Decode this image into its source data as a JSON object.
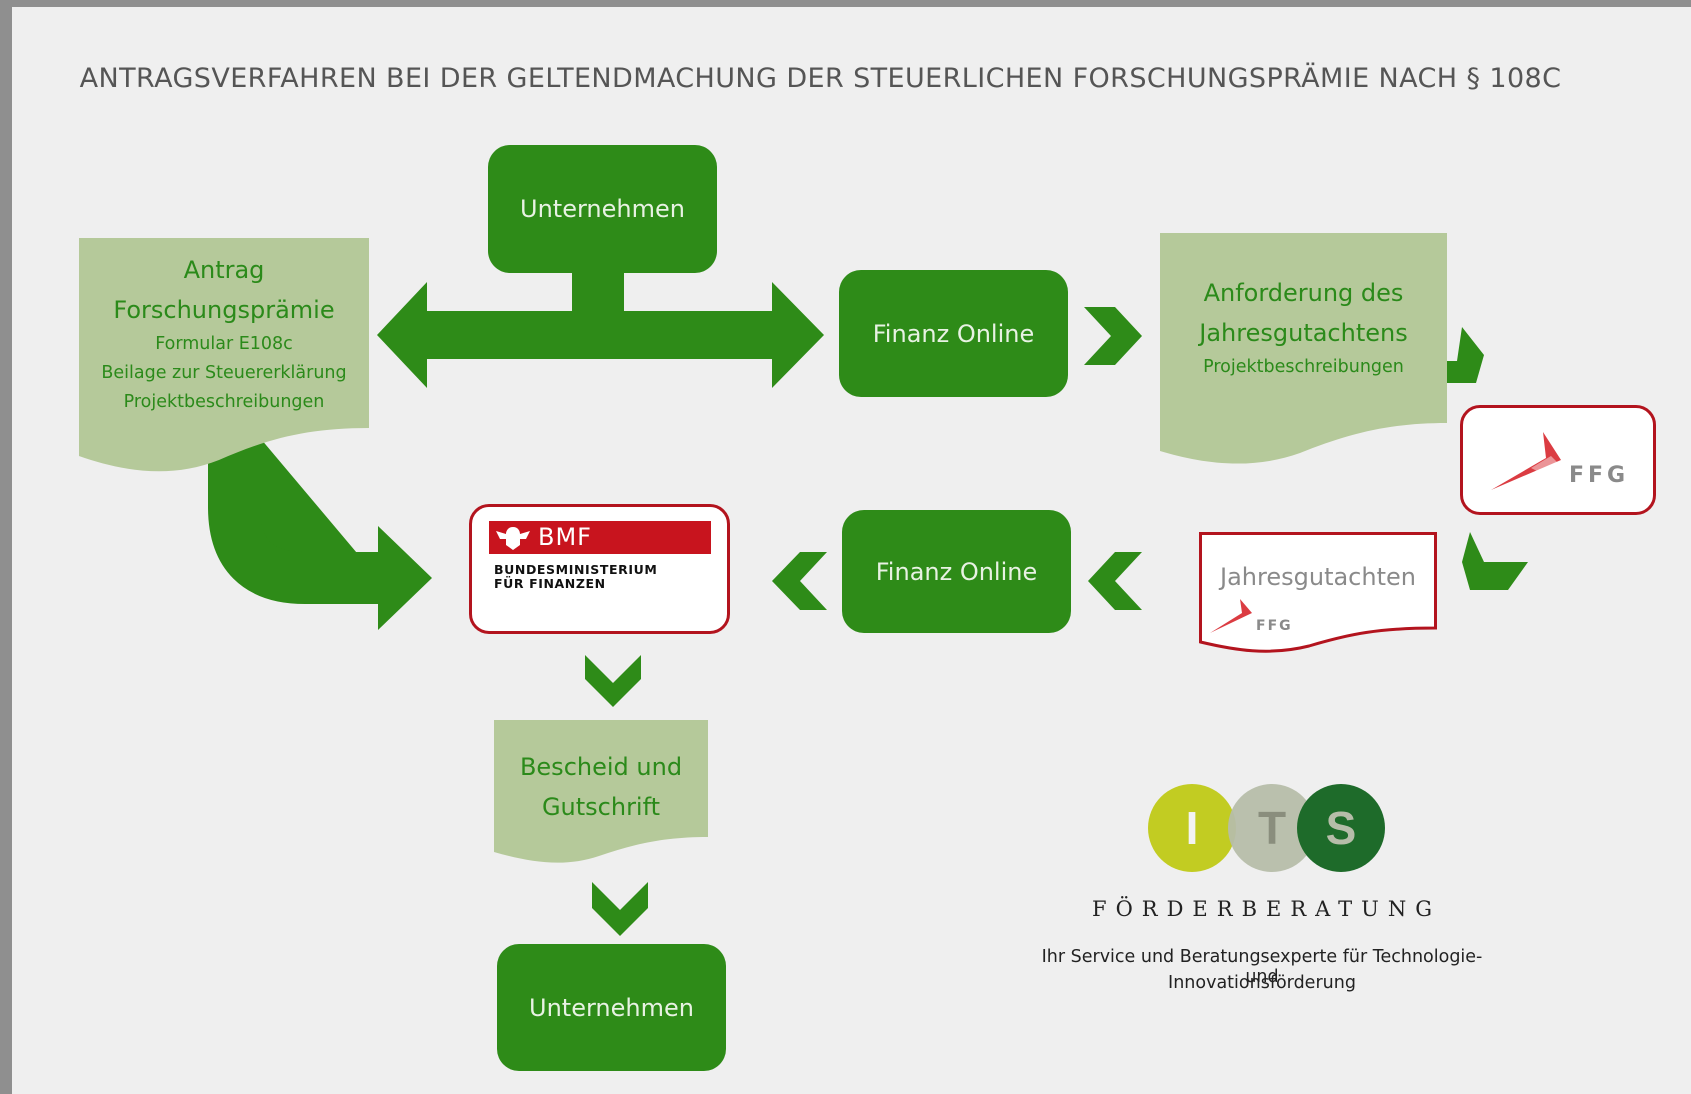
{
  "title": "ANTRAGSVERFAHREN BEI DER GELTENDMACHUNG DER STEUERLICHEN FORSCHUNGSPRÄMIE NACH § 108C",
  "nodes": {
    "unternehmen_top": "Unternehmen",
    "antrag": {
      "line1": "Antrag",
      "line2": "Forschungsprämie",
      "line3": "Formular E108c",
      "line4": "Beilage zur Steuererklärung",
      "line5": "Projektbeschreibungen"
    },
    "finanz_online_top": "Finanz Online",
    "anforderung": {
      "line1": "Anforderung des",
      "line2": "Jahresgutachtens",
      "line3": "Projektbeschreibungen"
    },
    "ffg_logo": "FFG",
    "jahresgutachten": {
      "label": "Jahresgutachten",
      "logo": "FFG"
    },
    "finanz_online_mid": "Finanz Online",
    "bmf": {
      "badge": "BMF",
      "line1": "BUNDESMINISTERIUM",
      "line2": "FÜR FINANZEN"
    },
    "bescheid": {
      "line1": "Bescheid und",
      "line2": "Gutschrift"
    },
    "unternehmen_bottom": "Unternehmen"
  },
  "its": {
    "letters": [
      "I",
      "T",
      "S"
    ],
    "wordmark": "FÖRDERBERATUNG",
    "tagline1": "Ihr Service und Beratungsexperte  für Technologie- und",
    "tagline2": "Innovationsförderung"
  },
  "colors": {
    "primary_green": "#2e8b18",
    "light_green": "#b5c99a",
    "accent_red": "#b3141e",
    "its_yellow": "#c2cc22",
    "its_grey": "#b6bda9",
    "its_dark": "#1e6b2a"
  }
}
